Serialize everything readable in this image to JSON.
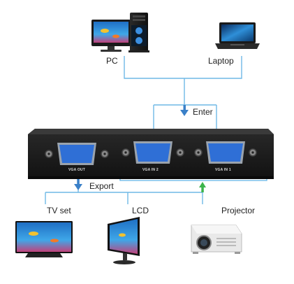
{
  "sources": {
    "pc_label": "PC",
    "laptop_label": "Laptop"
  },
  "flow": {
    "enter_label": "Enter",
    "export_label": "Export"
  },
  "switch": {
    "port_out_label": "VGA OUT",
    "port_in2_label": "VGA IN 2",
    "port_in1_label": "VGA IN 1"
  },
  "outputs": {
    "tv_label": "TV set",
    "lcd_label": "LCD",
    "projector_label": "Projector"
  },
  "colors": {
    "line": "#6fb8e6",
    "arrow_blue": "#3a80c8",
    "arrow_green": "#3cb44b",
    "device_body": "#1b1b1b",
    "port_blue": "#2f6fd6"
  },
  "icons": [
    "desktop-pc-icon",
    "laptop-icon",
    "vga-switch-icon",
    "tv-icon",
    "lcd-monitor-icon",
    "projector-icon"
  ]
}
